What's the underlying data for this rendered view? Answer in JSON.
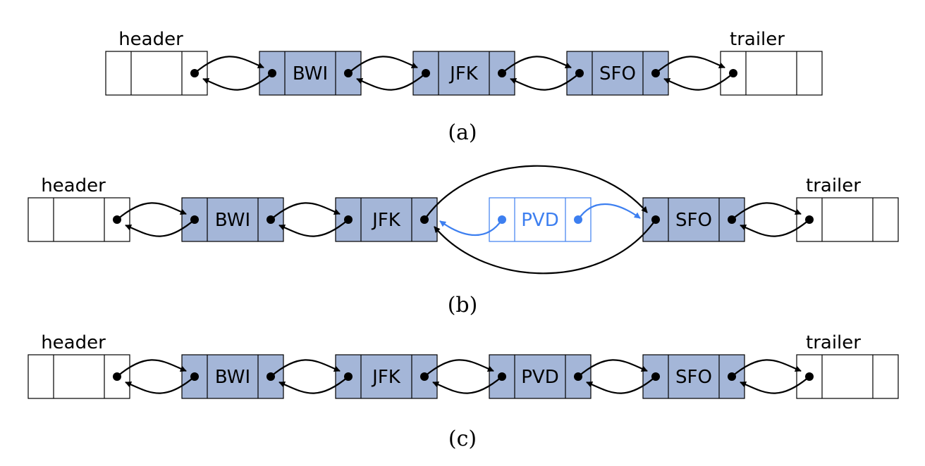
{
  "colors": {
    "node_fill": "#a4b6d8",
    "sentinel_fill": "#ffffff",
    "stroke": "#000000",
    "new_node": "#3d7ff0"
  },
  "panels": [
    {
      "caption": "(a)",
      "header_label": "header",
      "trailer_label": "trailer",
      "nodes": [
        {
          "label": "BWI",
          "state": "normal"
        },
        {
          "label": "JFK",
          "state": "normal"
        },
        {
          "label": "SFO",
          "state": "normal"
        }
      ]
    },
    {
      "caption": "(b)",
      "header_label": "header",
      "trailer_label": "trailer",
      "nodes": [
        {
          "label": "BWI",
          "state": "normal"
        },
        {
          "label": "JFK",
          "state": "normal"
        },
        {
          "label": "PVD",
          "state": "new"
        },
        {
          "label": "SFO",
          "state": "normal"
        }
      ]
    },
    {
      "caption": "(c)",
      "header_label": "header",
      "trailer_label": "trailer",
      "nodes": [
        {
          "label": "BWI",
          "state": "normal"
        },
        {
          "label": "JFK",
          "state": "normal"
        },
        {
          "label": "PVD",
          "state": "normal"
        },
        {
          "label": "SFO",
          "state": "normal"
        }
      ]
    }
  ]
}
